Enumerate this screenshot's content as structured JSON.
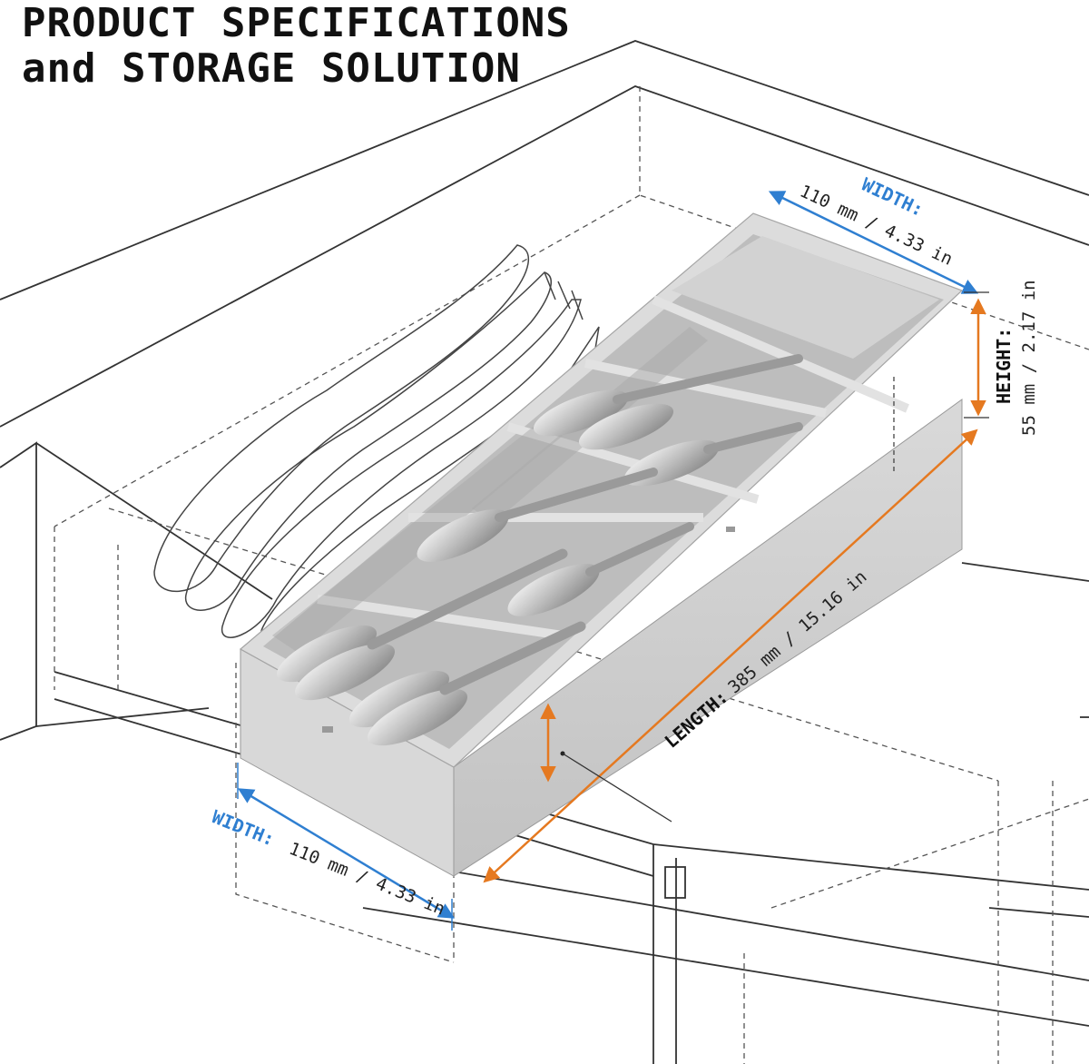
{
  "title": {
    "line1": "PRODUCT SPECIFICATIONS",
    "line2": "and STORAGE SOLUTION"
  },
  "colors": {
    "accent_blue": "#2f7fd1",
    "accent_orange": "#e57920",
    "line": "#333333",
    "tray_body": "#cfcfcf",
    "tray_inner": "#b9b9b9",
    "cutlery": "#e8e8e8"
  },
  "dimensions": {
    "width_top": {
      "key": "WIDTH:",
      "value": "110 mm / 4.33 in"
    },
    "height": {
      "key": "HEIGHT:",
      "value": "55 mm / 2.17 in"
    },
    "length": {
      "key": "LENGTH:",
      "value": "385 mm / 15.16 in"
    },
    "width_bottom": {
      "key": "WIDTH:",
      "value": "110 mm / 4.33 in"
    }
  }
}
